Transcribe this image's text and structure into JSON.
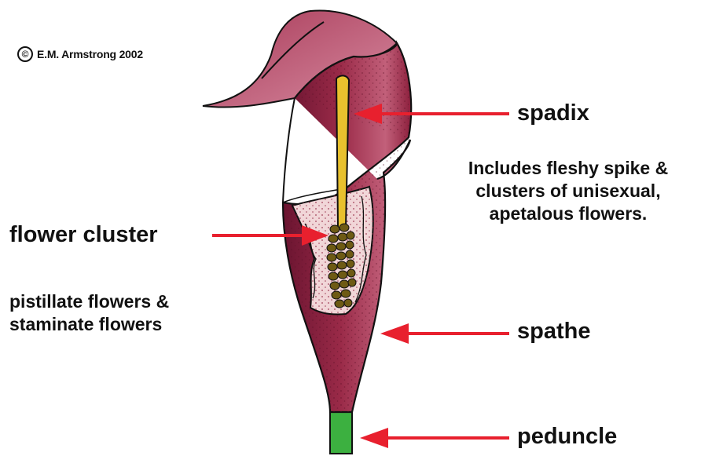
{
  "credit": {
    "symbol": "©",
    "text": "E.M. Armstrong 2002"
  },
  "labels": {
    "spadix": "spadix",
    "spadix_desc": [
      "Includes fleshy spike &",
      "clusters of unisexual,",
      "apetalous flowers."
    ],
    "flower_cluster": "flower cluster",
    "flower_cluster_desc": [
      "pistillate flowers &",
      "staminate flowers"
    ],
    "spathe": "spathe",
    "peduncle": "peduncle"
  },
  "colors": {
    "spathe_outer": "#8c1f3c",
    "spathe_light": "#b04a66",
    "spathe_dark": "#6a1430",
    "spathe_inner": "#f1d6d8",
    "spadix_yellow": "#e8c12e",
    "flowers_brown": "#6e5a14",
    "peduncle_green": "#3cb040",
    "arrow": "#e8202e"
  }
}
